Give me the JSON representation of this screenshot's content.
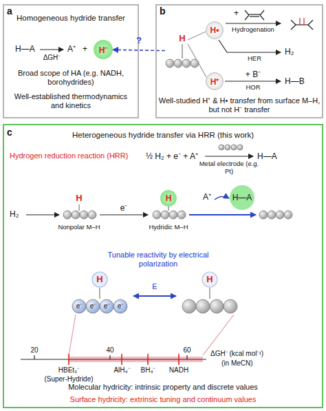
{
  "diagram": {
    "nodes": [
      {
        "text": [
          "a",
          "Homogeneous hydride transfer",
          "Broad scope of HA (e.g. NADH, borohydrides)",
          "Well-established thermodynamics and kinetics"
        ]
      },
      {
        "text": [
          "H⁻"
        ],
        "in": 0
      },
      {
        "text": [
          "b",
          "Well-studied H⁺ & H• transfer from surface M–H, but not H⁻ transfer"
        ]
      },
      {
        "text": [
          "H"
        ],
        "in": 2
      },
      {
        "text": [
          "H•"
        ],
        "in": 2
      },
      {
        "text": [
          "H⁺"
        ],
        "in": 2
      },
      {
        "text": [
          "c",
          "Heterogeneous hydride transfer via HRR (this work)",
          "Molecular hydricity: intrinsic property and discrete values",
          "Surface hydricity: extrinsic tuning and continuum values"
        ]
      },
      {
        "text": [
          "H"
        ],
        "in": 6
      }
    ],
    "edges": [
      {
        "from": 3,
        "to": 1,
        "arrow": "to",
        "label": "?"
      }
    ],
    "labels": [
      "H—A",
      "ΔGH⁻",
      "A⁺",
      "+",
      "+",
      "Hydrogenation",
      "HER",
      "H₂",
      "+ B⁻",
      "HOR",
      "H—B",
      "Hydrogen reduction reaction (HRR)",
      "½ H₂ + e⁻ + A⁺",
      "Metal electrode (e.g. Pt)",
      "H—A",
      "H₂",
      "H",
      "Nonpolar M–H",
      "e⁻",
      "Hydridic M–H",
      "A⁺",
      "H—A",
      "Tunable reactivity by electrical polarization",
      "E",
      "H",
      "H",
      "e⁻",
      "e⁻",
      "e⁻",
      "e⁻",
      "20",
      "40",
      "60",
      "ΔGH⁻ (kcal mol⁻¹)",
      "(in MeCN)",
      "HBEt₃⁻",
      "(Super-Hydride)",
      "AlH₄⁻",
      "BH₄⁻",
      "NADH"
    ]
  }
}
